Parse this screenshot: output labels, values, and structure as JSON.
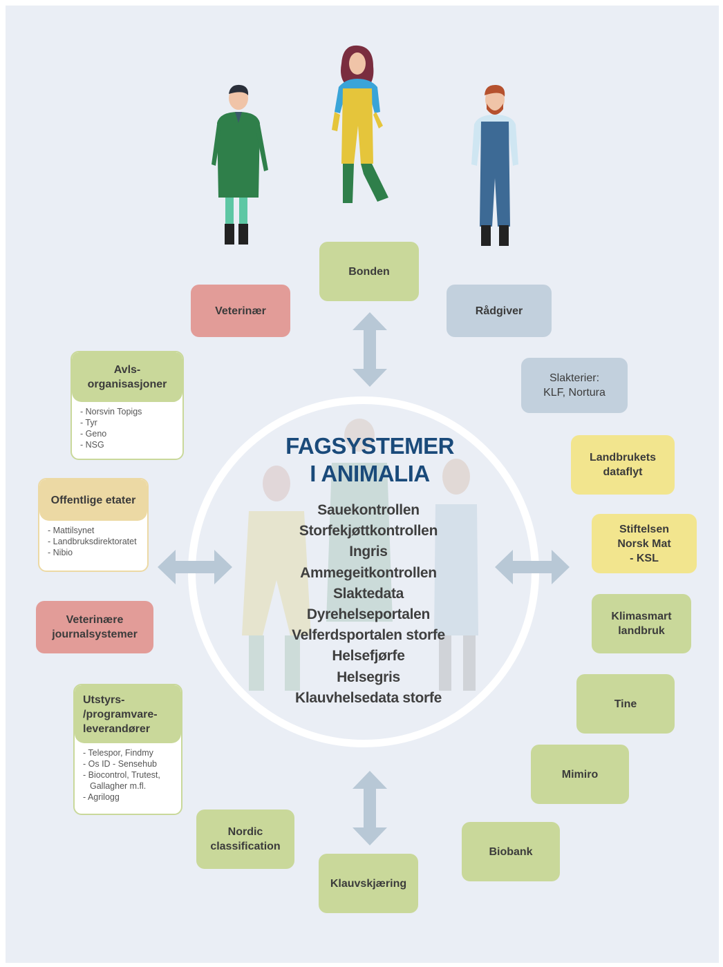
{
  "center": {
    "title_line1": "FAGSYSTEMER",
    "title_line2": "I ANIMALIA",
    "systems": [
      "Sauekontrollen",
      "Storfekjøttkontrollen",
      "Ingris",
      "Ammegeitkontrollen",
      "Slaktedata",
      "Dyrehelseportalen",
      "Velferdsportalen storfe",
      "Helsefjørfe",
      "Helsegris",
      "Klauvhelsedata storfe"
    ]
  },
  "nodes": {
    "bonden": "Bonden",
    "veterinaer": "Veterinær",
    "radgiver": "Rådgiver",
    "slakterier": "Slakterier:\nKLF, Nortura",
    "landbrukets_dataflyt": "Landbrukets\ndataflyt",
    "stiftelsen": "Stiftelsen\nNorsk Mat\n- KSL",
    "klimasmart": "Klimasmart\nlandbruk",
    "tine": "Tine",
    "mimiro": "Mimiro",
    "biobank": "Biobank",
    "klauvskjaering": "Klauvskjæring",
    "nordic": "Nordic\nclassification",
    "veterinaere_journal": "Veterinære\njournalsystemer"
  },
  "cards": {
    "avls": {
      "title": "Avls-\norganisasjoner",
      "items": [
        "Norsvin Topigs",
        "Tyr",
        "Geno",
        "NSG"
      ]
    },
    "offentlige": {
      "title": "Offentlige etater",
      "items": [
        "Mattilsynet",
        "Landbruksdirektoratet",
        "Nibio"
      ]
    },
    "utstyr": {
      "title": "Utstyrs-\n/programvare-\nleverandører",
      "items": [
        "Telespor, Findmy",
        "Os ID - Sensehub",
        "Biocontrol, Trutest,",
        "Gallagher m.fl.",
        "Agrilogg"
      ]
    }
  },
  "colors": {
    "green": "#c9d89a",
    "red": "#e29c98",
    "blue": "#c2d0dd",
    "yellow": "#f2e58e",
    "beige": "#ecd9a4",
    "title": "#1a4a7a",
    "arrow": "#b8c8d6"
  }
}
